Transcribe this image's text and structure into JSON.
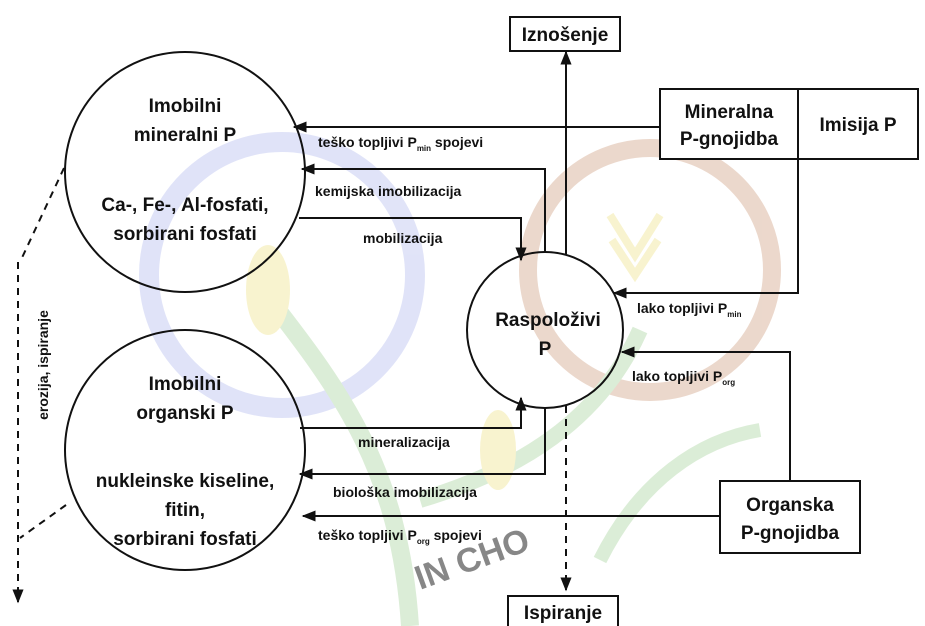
{
  "nodes": {
    "imobilni_mineralni": {
      "line1": "Imobilni",
      "line2": "mineralni P",
      "line3": "Ca-, Fe-, Al-fosfati,",
      "line4": "sorbirani fosfati"
    },
    "imobilni_organski": {
      "line1": "Imobilni",
      "line2": "organski P",
      "line3": "nukleinske kiseline,",
      "line4": "fitin,",
      "line5": "sorbirani fosfati"
    },
    "raspolozivi": {
      "line1": "Raspoloživi",
      "line2": "P"
    },
    "iznosenje": "Iznošenje",
    "ispiranje": "Ispiranje",
    "mineralna_gnojidba": {
      "line1": "Mineralna",
      "line2": "P-gnojidba"
    },
    "imisija": "Imisija P",
    "organska_gnojidba": {
      "line1": "Organska",
      "line2": "P-gnojidba"
    }
  },
  "edges": {
    "tesko_min": {
      "prefix": "teško topljivi P",
      "sub": "min",
      "suffix": " spojevi"
    },
    "kemijska": "kemijska imobilizacija",
    "mobilizacija": "mobilizacija",
    "lako_min": {
      "prefix": "lako topljivi P",
      "sub": "min"
    },
    "lako_org": {
      "prefix": "lako topljivi P",
      "sub": "org"
    },
    "mineralizacija": "mineralizacija",
    "bioloska": "biološka imobilizacija",
    "tesko_org": {
      "prefix": "teško topljivi P",
      "sub": "org",
      "suffix": " spojevi"
    },
    "erozija": "erozija, ispiranje"
  },
  "watermark": {
    "text": "IN CHO",
    "colors": {
      "blue": "#c3c9f2",
      "orange": "#d9b29a",
      "yellow": "#f2e8a0",
      "green": "#b9dcb0"
    }
  },
  "colors": {
    "stroke": "#111111",
    "background": "#ffffff"
  }
}
